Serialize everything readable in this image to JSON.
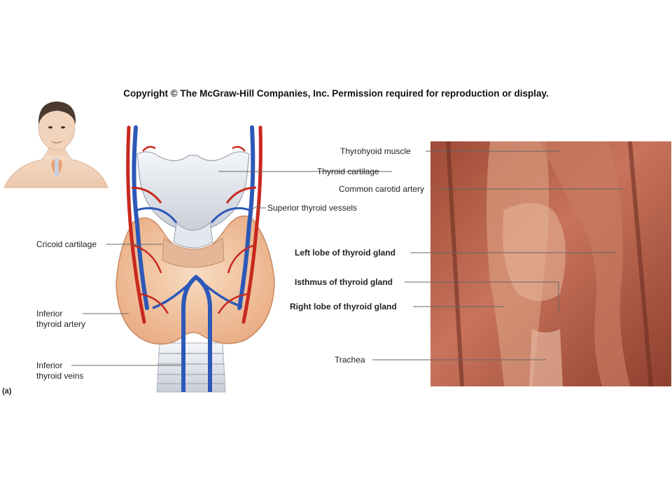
{
  "header": {
    "copyright": "Copyright © The McGraw-Hill Companies, Inc. Permission required for reproduction or display."
  },
  "figure": {
    "panel_letter": "(a)"
  },
  "labels": {
    "cricoid_cartilage": "Cricoid cartilage",
    "inferior_thyroid_artery_1": "Inferior",
    "inferior_thyroid_artery_2": "thyroid artery",
    "inferior_thyroid_veins_1": "Inferior",
    "inferior_thyroid_veins_2": "thyroid veins",
    "thyrohyoid_muscle": "Thyrohyoid muscle",
    "thyroid_cartilage": "Thyroid cartilage",
    "common_carotid_artery": "Common carotid artery",
    "superior_thyroid_vessels": "Superior thyroid vessels",
    "left_lobe": "Left lobe of thyroid gland",
    "isthmus": "Isthmus of thyroid gland",
    "right_lobe": "Right lobe of thyroid gland",
    "trachea": "Trachea"
  },
  "colors": {
    "artery": "#c8281e",
    "vein": "#2c58b8",
    "gland": "#f3c9a6",
    "cartilage": "#e9ecf1",
    "photo_tissue": "#b85a46",
    "leader_line": "#666666"
  }
}
